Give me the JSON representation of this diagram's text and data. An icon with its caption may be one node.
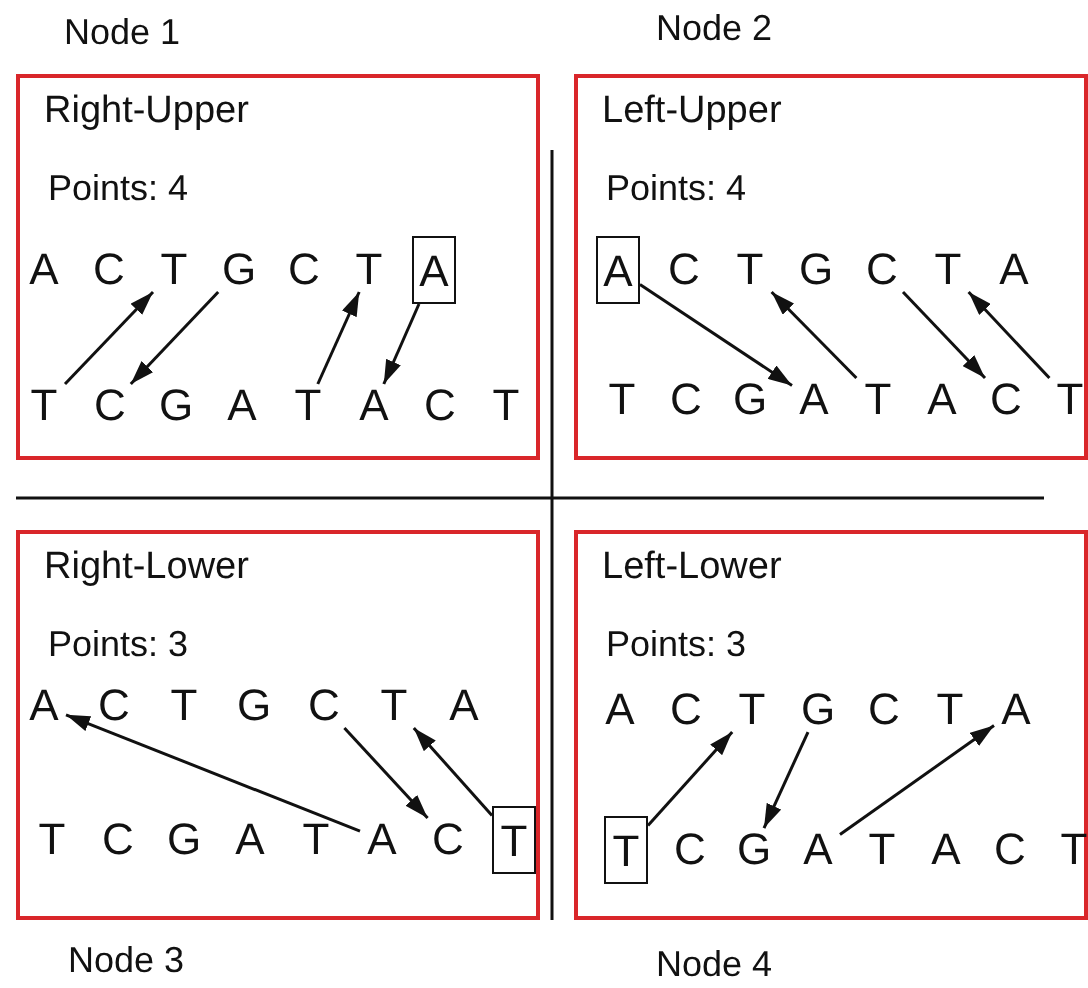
{
  "diagram": {
    "nodes": [
      {
        "text": [
          "Right-Upper",
          "Points: 4"
        ],
        "beside": [
          "Node 1"
        ]
      },
      {
        "text": [
          "A"
        ],
        "in": 0
      },
      {
        "text": [
          "C"
        ],
        "in": 0
      },
      {
        "text": [
          "T"
        ],
        "in": 0
      },
      {
        "text": [
          "G"
        ],
        "in": 0
      },
      {
        "text": [
          "C"
        ],
        "in": 0
      },
      {
        "text": [
          "T"
        ],
        "in": 0
      },
      {
        "text": [
          "A"
        ],
        "in": 0
      },
      {
        "text": [
          "T"
        ],
        "in": 0
      },
      {
        "text": [
          "C"
        ],
        "in": 0
      },
      {
        "text": [
          "G"
        ],
        "in": 0
      },
      {
        "text": [
          "A"
        ],
        "in": 0
      },
      {
        "text": [
          "T"
        ],
        "in": 0
      },
      {
        "text": [
          "A"
        ],
        "in": 0
      },
      {
        "text": [
          "C"
        ],
        "in": 0
      },
      {
        "text": [
          "T"
        ],
        "in": 0
      },
      {
        "text": [
          "Left-Upper",
          "Points: 4"
        ],
        "beside": [
          "Node 2"
        ]
      },
      {
        "text": [
          "A"
        ],
        "in": 16
      },
      {
        "text": [
          "C"
        ],
        "in": 16
      },
      {
        "text": [
          "T"
        ],
        "in": 16
      },
      {
        "text": [
          "G"
        ],
        "in": 16
      },
      {
        "text": [
          "C"
        ],
        "in": 16
      },
      {
        "text": [
          "T"
        ],
        "in": 16
      },
      {
        "text": [
          "A"
        ],
        "in": 16
      },
      {
        "text": [
          "T"
        ],
        "in": 16
      },
      {
        "text": [
          "C"
        ],
        "in": 16
      },
      {
        "text": [
          "G"
        ],
        "in": 16
      },
      {
        "text": [
          "A"
        ],
        "in": 16
      },
      {
        "text": [
          "T"
        ],
        "in": 16
      },
      {
        "text": [
          "A"
        ],
        "in": 16
      },
      {
        "text": [
          "C"
        ],
        "in": 16
      },
      {
        "text": [
          "T"
        ],
        "in": 16
      },
      {
        "text": [
          "Right-Lower",
          "Points: 3"
        ],
        "beside": [
          "Node 3"
        ]
      },
      {
        "text": [
          "A"
        ],
        "in": 32
      },
      {
        "text": [
          "C"
        ],
        "in": 32
      },
      {
        "text": [
          "T"
        ],
        "in": 32
      },
      {
        "text": [
          "G"
        ],
        "in": 32
      },
      {
        "text": [
          "C"
        ],
        "in": 32
      },
      {
        "text": [
          "T"
        ],
        "in": 32
      },
      {
        "text": [
          "A"
        ],
        "in": 32
      },
      {
        "text": [
          "T"
        ],
        "in": 32
      },
      {
        "text": [
          "C"
        ],
        "in": 32
      },
      {
        "text": [
          "G"
        ],
        "in": 32
      },
      {
        "text": [
          "A"
        ],
        "in": 32
      },
      {
        "text": [
          "T"
        ],
        "in": 32
      },
      {
        "text": [
          "A"
        ],
        "in": 32
      },
      {
        "text": [
          "C"
        ],
        "in": 32
      },
      {
        "text": [
          "T"
        ],
        "in": 32
      },
      {
        "text": [
          "Left-Lower",
          "Points: 3"
        ],
        "beside": [
          "Node 4"
        ]
      },
      {
        "text": [
          "A"
        ],
        "in": 48
      },
      {
        "text": [
          "C"
        ],
        "in": 48
      },
      {
        "text": [
          "T"
        ],
        "in": 48
      },
      {
        "text": [
          "G"
        ],
        "in": 48
      },
      {
        "text": [
          "C"
        ],
        "in": 48
      },
      {
        "text": [
          "T"
        ],
        "in": 48
      },
      {
        "text": [
          "A"
        ],
        "in": 48
      },
      {
        "text": [
          "T"
        ],
        "in": 48
      },
      {
        "text": [
          "C"
        ],
        "in": 48
      },
      {
        "text": [
          "G"
        ],
        "in": 48
      },
      {
        "text": [
          "A"
        ],
        "in": 48
      },
      {
        "text": [
          "T"
        ],
        "in": 48
      },
      {
        "text": [
          "A"
        ],
        "in": 48
      },
      {
        "text": [
          "C"
        ],
        "in": 48
      },
      {
        "text": [
          "T"
        ],
        "in": 48
      }
    ],
    "edges": [
      {
        "from": 8,
        "to": 3,
        "arrow": "to"
      },
      {
        "from": 4,
        "to": 9,
        "arrow": "to"
      },
      {
        "from": 12,
        "to": 6,
        "arrow": "to"
      },
      {
        "from": 7,
        "to": 13,
        "arrow": "to"
      },
      {
        "from": 17,
        "to": 27,
        "arrow": "to"
      },
      {
        "from": 28,
        "to": 19,
        "arrow": "to"
      },
      {
        "from": 21,
        "to": 30,
        "arrow": "to"
      },
      {
        "from": 31,
        "to": 22,
        "arrow": "to"
      },
      {
        "from": 45,
        "to": 33,
        "arrow": "to"
      },
      {
        "from": 37,
        "to": 46,
        "arrow": "to"
      },
      {
        "from": 47,
        "to": 38,
        "arrow": "to"
      },
      {
        "from": 56,
        "to": 51,
        "arrow": "to"
      },
      {
        "from": 52,
        "to": 58,
        "arrow": "to"
      },
      {
        "from": 59,
        "to": 55,
        "arrow": "to"
      }
    ]
  }
}
